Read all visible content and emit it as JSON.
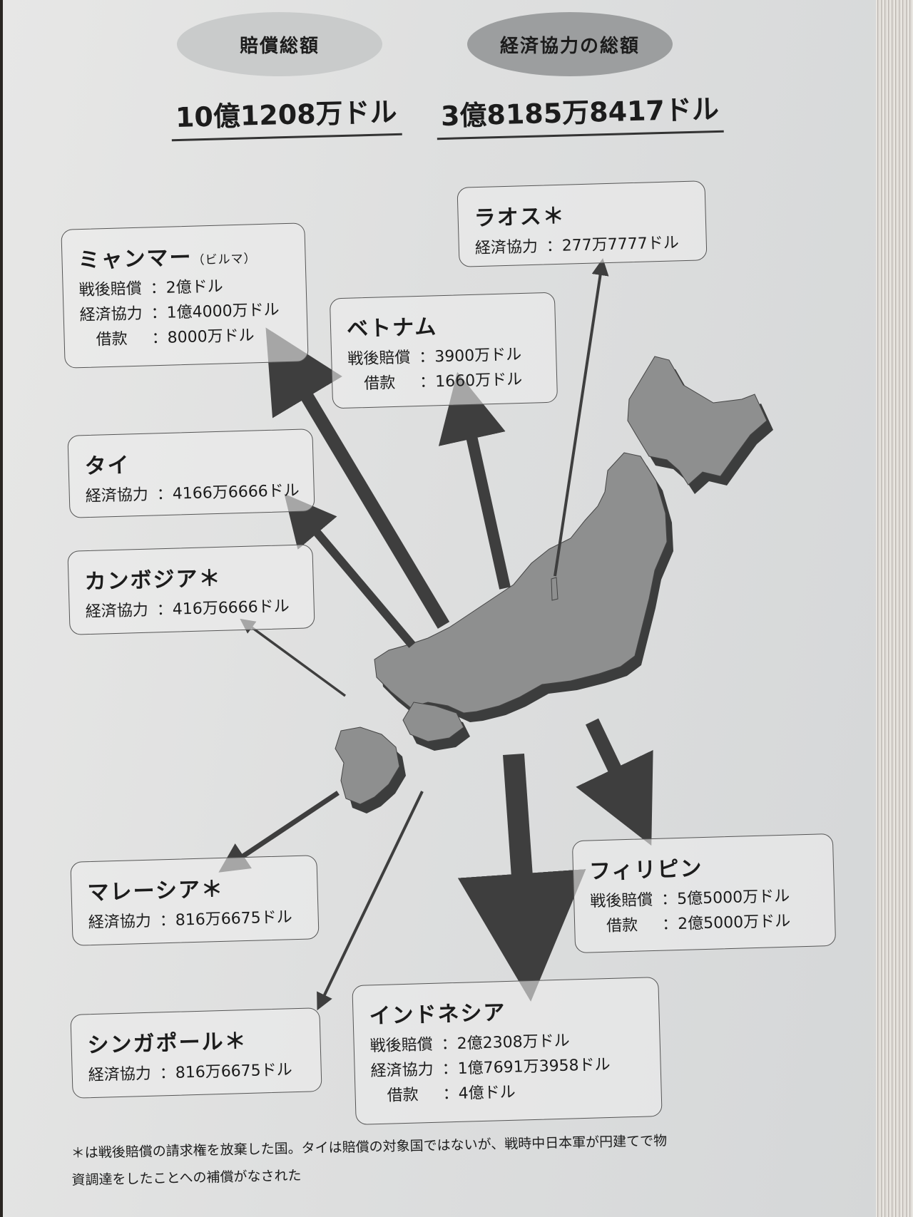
{
  "header": {
    "reparations_label": "賠償総額",
    "reparations_total": "10億1208万ドル",
    "economic_label": "経済協力の総額",
    "economic_total": "3億8185万8417ドル"
  },
  "countries": {
    "myanmar": {
      "name": "ミャンマー",
      "note": "（ビルマ）",
      "lines": [
        {
          "label": "戦後賠償",
          "value": "2億ドル"
        },
        {
          "label": "経済協力",
          "value": "1億4000万ドル"
        },
        {
          "label": "借款",
          "value": "8000万ドル"
        }
      ]
    },
    "laos": {
      "name": "ラオス＊",
      "lines": [
        {
          "label": "経済協力",
          "value": "277万7777ドル"
        }
      ]
    },
    "vietnam": {
      "name": "ベトナム",
      "lines": [
        {
          "label": "戦後賠償",
          "value": "3900万ドル"
        },
        {
          "label": "借款",
          "value": "1660万ドル"
        }
      ]
    },
    "thailand": {
      "name": "タイ",
      "lines": [
        {
          "label": "経済協力",
          "value": "4166万6666ドル"
        }
      ]
    },
    "cambodia": {
      "name": "カンボジア＊",
      "lines": [
        {
          "label": "経済協力",
          "value": "416万6666ドル"
        }
      ]
    },
    "philippines": {
      "name": "フィリピン",
      "lines": [
        {
          "label": "戦後賠償",
          "value": "5億5000万ドル"
        },
        {
          "label": "借款",
          "value": "2億5000万ドル"
        }
      ]
    },
    "malaysia": {
      "name": "マレーシア＊",
      "lines": [
        {
          "label": "経済協力",
          "value": "816万6675ドル"
        }
      ]
    },
    "singapore": {
      "name": "シンガポール＊",
      "lines": [
        {
          "label": "経済協力",
          "value": "816万6675ドル"
        }
      ]
    },
    "indonesia": {
      "name": "インドネシア",
      "lines": [
        {
          "label": "戦後賠償",
          "value": "2億2308万ドル"
        },
        {
          "label": "経済協力",
          "value": "1億7691万3958ドル"
        },
        {
          "label": "借款",
          "value": "4億ドル"
        }
      ]
    }
  },
  "footnote": {
    "line1": "＊は戦後賠償の請求権を放棄した国。タイは賠償の対象国ではないが、戦時中日本軍が円建てで物",
    "line2": "資調達をしたことへの補償がなされた"
  },
  "colors": {
    "page": "#dfe0e0",
    "pill_left": "#c9cbcb",
    "pill_right": "#9c9e9f",
    "map_top": "#8e8f8f",
    "map_side": "#3c3d3d",
    "arrow": "#3e3e3e"
  }
}
